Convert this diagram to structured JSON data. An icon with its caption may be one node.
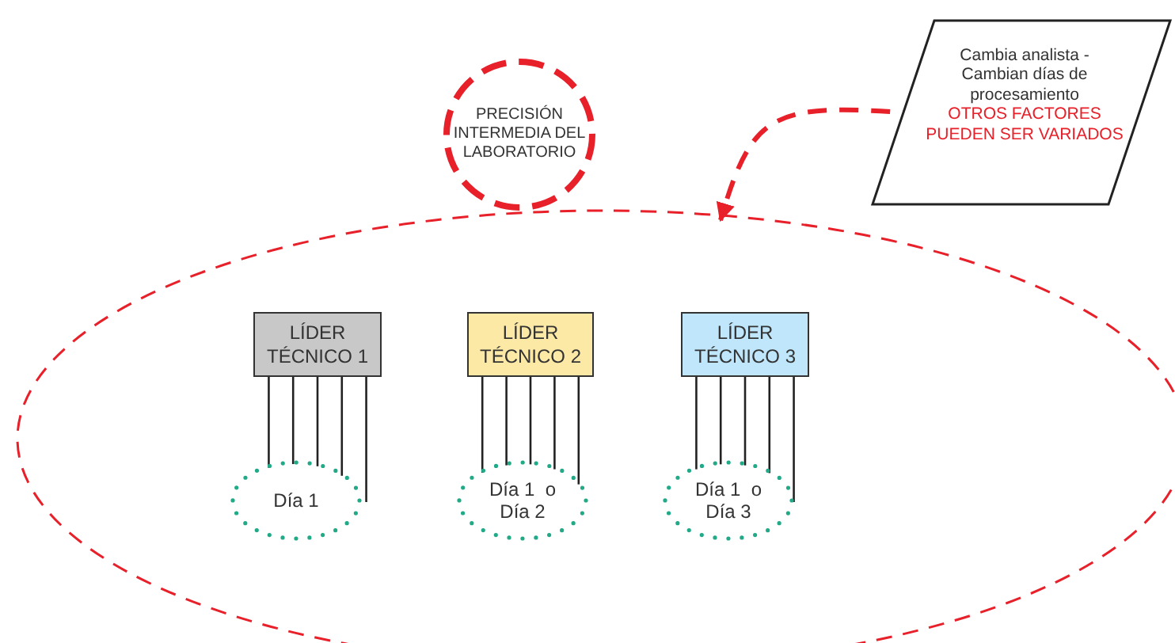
{
  "diagram": {
    "nodes": [
      {
        "text": [],
        "shape": "ellipse"
      },
      {
        "text": [
          "PRECISIÓN INTERMEDIA DEL LABORATORIO"
        ]
      },
      {
        "text": [
          "Cambia analista - Cambian días de procesamiento",
          "OTROS FACTORES PUEDEN SER VARIADOS"
        ]
      },
      {
        "text": [
          "LÍDER TÉCNICO 1"
        ],
        "in": 0
      },
      {
        "text": [
          "LÍDER TÉCNICO 2"
        ],
        "in": 0
      },
      {
        "text": [
          "LÍDER TÉCNICO 3"
        ],
        "in": 0
      },
      {
        "text": [
          "Día 1"
        ],
        "in": 0
      },
      {
        "text": [
          "Día 1  o Día 2"
        ],
        "in": 0
      },
      {
        "text": [
          "Día 1  o Día 3"
        ],
        "in": 0
      }
    ],
    "edges": [
      {
        "from": 2,
        "to": 0,
        "arrow": "to",
        "style": "dashed",
        "color": "#e8202a"
      },
      {
        "from": 3,
        "to": 6,
        "arrow": "none"
      },
      {
        "from": 3,
        "to": 6,
        "arrow": "none"
      },
      {
        "from": 3,
        "to": 6,
        "arrow": "none"
      },
      {
        "from": 3,
        "to": 6,
        "arrow": "none"
      },
      {
        "from": 3,
        "to": 6,
        "arrow": "none"
      },
      {
        "from": 4,
        "to": 7,
        "arrow": "none"
      },
      {
        "from": 4,
        "to": 7,
        "arrow": "none"
      },
      {
        "from": 4,
        "to": 7,
        "arrow": "none"
      },
      {
        "from": 4,
        "to": 7,
        "arrow": "none"
      },
      {
        "from": 4,
        "to": 7,
        "arrow": "none"
      },
      {
        "from": 5,
        "to": 8,
        "arrow": "none"
      },
      {
        "from": 5,
        "to": 8,
        "arrow": "none"
      },
      {
        "from": 5,
        "to": 8,
        "arrow": "none"
      },
      {
        "from": 5,
        "to": 8,
        "arrow": "none"
      },
      {
        "from": 5,
        "to": 8,
        "arrow": "none"
      }
    ]
  }
}
